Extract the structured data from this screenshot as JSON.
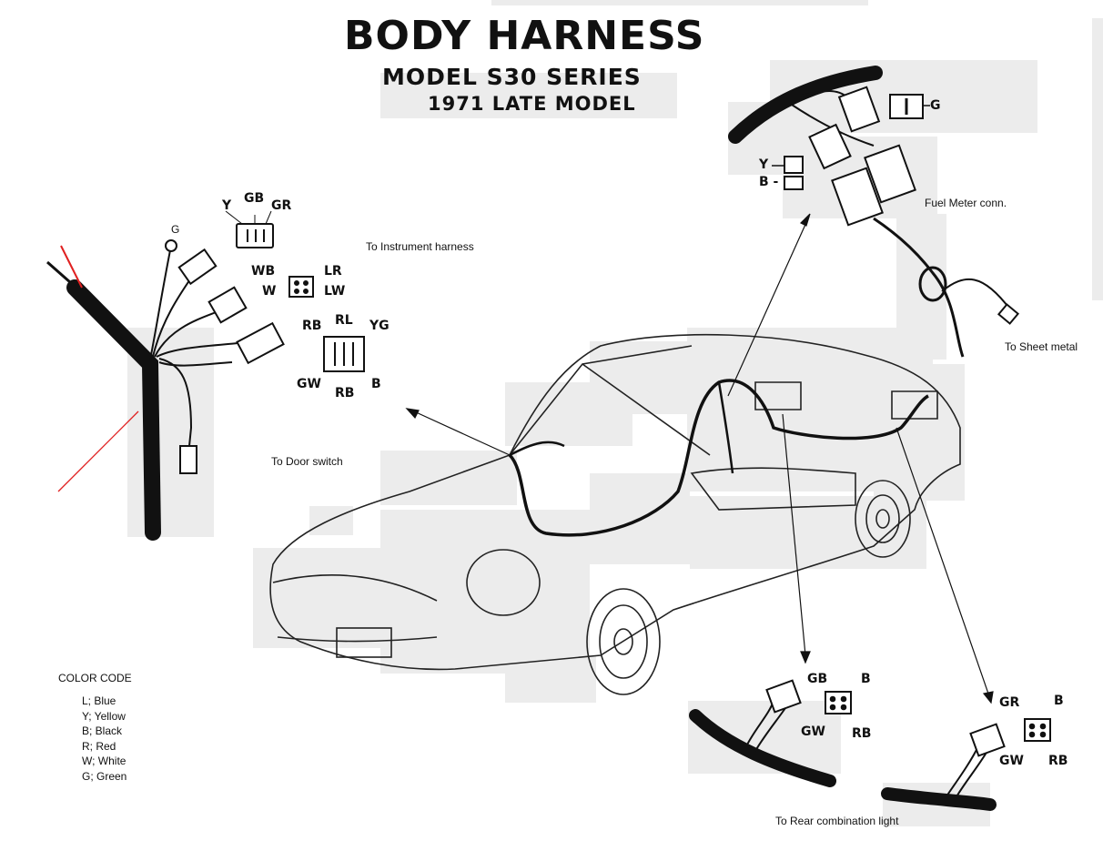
{
  "title": {
    "main": "BODY HARNESS",
    "model": "MODEL S30 SERIES",
    "year": "1971 LATE MODEL"
  },
  "labels": {
    "instrument": "To Instrument harness",
    "door_switch": "To Door switch",
    "fuel_meter": "Fuel Meter conn.",
    "sheet_metal": "To Sheet metal",
    "rear_combination": "To Rear combination light"
  },
  "connectors": {
    "top_left_3pin": {
      "y": "Y",
      "gb": "GB",
      "gr": "GR"
    },
    "four_pin": {
      "wb": "WB",
      "w": "W",
      "lr": "LR",
      "lw": "LW"
    },
    "six_pin": {
      "rb_top": "RB",
      "rl": "RL",
      "yg": "YG",
      "gw": "GW",
      "rb_bottom": "RB",
      "b": "B"
    },
    "ground_left": "G",
    "fuel_top": {
      "g": "G",
      "y": "Y",
      "b": "B -"
    },
    "rear_mid": {
      "gb": "GB",
      "b": "B",
      "gw": "GW",
      "rb": "RB"
    },
    "rear_right": {
      "gr": "GR",
      "b": "B",
      "gw": "GW",
      "rb": "RB"
    }
  },
  "color_code": {
    "title": "COLOR CODE",
    "items": [
      "L;  Blue",
      "Y;  Yellow",
      "B;  Black",
      "R;  Red",
      "W;  White",
      "G;  Green"
    ]
  },
  "colors": {
    "line": "#111111",
    "accent": "#e02020",
    "shade": "#e9e9e9"
  }
}
